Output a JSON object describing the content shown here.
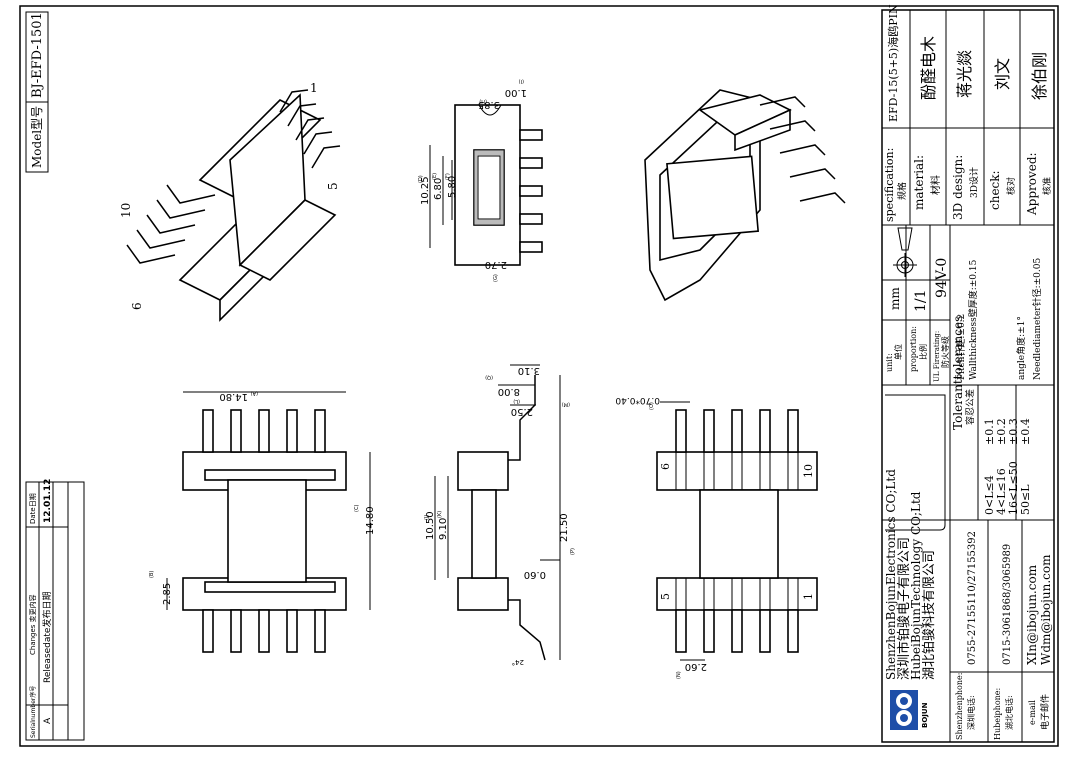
{
  "model": {
    "label": "Model型号",
    "value": "BJ-EFD-1501"
  },
  "revision_table": {
    "headers": [
      "Serialnumber序号",
      "Changes 变更内容",
      "Date日期"
    ],
    "rows": [
      {
        "serial": "A",
        "change": "Releasedate发布日期",
        "date": "12.01.12"
      }
    ]
  },
  "title_block": {
    "specification": {
      "label_en": "specification:",
      "label_cn": "规格",
      "value": "EFD-15(5+5)海鸥PIN"
    },
    "material": {
      "label_en": "material:",
      "label_cn": "材料",
      "value": "酚醛电木"
    },
    "design": {
      "label_en": "3D design:",
      "label_cn": "3D设计",
      "value": "蒋光燚"
    },
    "check": {
      "label_en": "check:",
      "label_cn": "核对",
      "value": "刘文"
    },
    "approved": {
      "label_en": "Approved:",
      "label_cn": "核准",
      "value": "徐伯刚"
    },
    "unit": {
      "label_en": "unit:",
      "label_cn": "单位",
      "value": "mm"
    },
    "proportion": {
      "label_en": "proportion:",
      "label_cn": "比例",
      "value": "1/1"
    },
    "fire": {
      "label_en": "UL Firerating:",
      "label_cn": "防火等级",
      "value": "94V-0"
    },
    "tolerances": {
      "title_en": "Toleranttolerances",
      "title_cn": "容忍公差",
      "ranges": [
        {
          "range": "0<L≤4",
          "tol": "±0.1"
        },
        {
          "range": "4<L≤16",
          "tol": "±0.2"
        },
        {
          "range": "16<L≤50",
          "tol": "±0.3"
        },
        {
          "range": "50≤L",
          "tol": "±0.4"
        }
      ],
      "notes": [
        "Pitch针距:±0.2",
        "Wallthickness壁厚度:±0.15",
        "angle角度:±1°",
        "Needlediameter针径:±0.05"
      ]
    },
    "company": {
      "lines": [
        "ShenzhenBojunElectronics CO;Ltd",
        "深圳市铂骏电子有限公司",
        "HubeiBojunTechnology CO;Ltd",
        "湖北铂骏科技有限公司"
      ],
      "logo_text": "BOJUN"
    },
    "contacts": [
      {
        "label_en": "Shenzhenphone:",
        "label_cn": "深圳电话:",
        "value": "0755-27155110/27155392"
      },
      {
        "label_en": "Hubeiphone:",
        "label_cn": "湖北电话:",
        "value": "0715-3061868/3065989"
      },
      {
        "label_en": "e-mail",
        "label_cn": "电子邮件",
        "value1": "XIn@ibojun.com",
        "value2": "Wdm@ibojun.com"
      }
    ]
  },
  "dimensions": {
    "d14_80_top": "14.80",
    "d14_80_side": "14.80",
    "d2_85": "2.85",
    "d10_50": "10.50",
    "d9_10": "9.10",
    "d21_50": "21.50",
    "d0_60": "0.60",
    "d8_00": "8.00",
    "d3_10": "3.10",
    "d2_50": "2.50",
    "d24deg": "24°",
    "d0_70": "0.70*0.40",
    "d2_60": "2.60",
    "d10_25": "10.25",
    "d6_80": "6.80",
    "d5_80": "5.80",
    "d3_85": "3.85",
    "d1_00": "1.00",
    "d2_70": "2.70"
  },
  "dim_refs": {
    "A": "(A)",
    "B": "(B)",
    "C": "(C)",
    "D": "(D)",
    "E": "(E)",
    "F": "(F)",
    "G": "(G)",
    "H": "(H)",
    "I": "(I)",
    "J": "(J)",
    "K": "(K)",
    "L": "(L)",
    "M": "(M)",
    "N": "(N)",
    "O": "(O)",
    "P": "(P)",
    "Q": "(Q)"
  },
  "pins": {
    "p1": "1",
    "p5": "5",
    "p6": "6",
    "p10": "10"
  }
}
